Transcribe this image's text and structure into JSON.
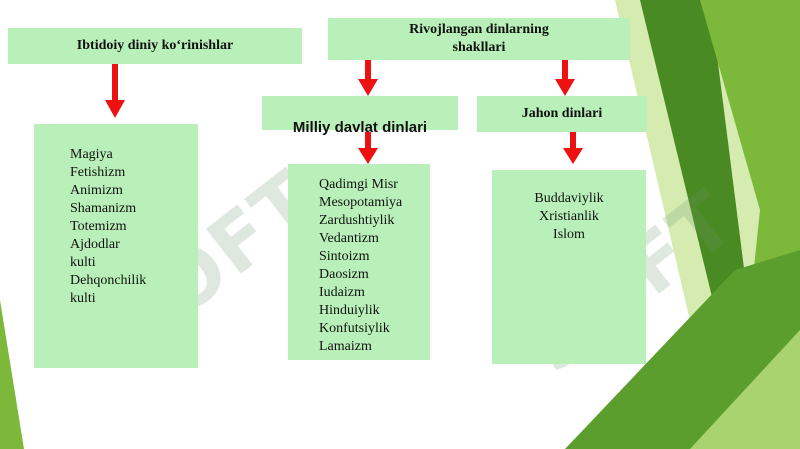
{
  "headers": {
    "ibtidoiy": "Ibtidoiy diniy ko‘rinishlar",
    "rivojlangan": "Rivojlangan dinlarning shakllari",
    "milliy": "Milliy davlat dinlari",
    "jahon": "Jahon dinlari"
  },
  "lists": {
    "ibtidoiy": [
      "Magiya",
      "Fetishizm",
      "Animizm",
      "Shamanizm",
      "Totemizm",
      "Ajdodlar kulti",
      "Dehqonchilik kulti"
    ],
    "milliy": [
      "Qadimgi Misr",
      "Mesopotamiya",
      "Zardushtiylik",
      "Vedantizm",
      "Sintoizm",
      "Daosizm",
      "Iudaizm",
      "Hinduiylik",
      "Konfutsiylik",
      "Lamaizm"
    ],
    "jahon": [
      "Buddaviylik",
      "Xristianlik",
      "Islom"
    ]
  },
  "watermark": "SOFT",
  "colors": {
    "box_fill": "#b9f0b9",
    "arrow": "#ee1111",
    "green_dark": "#4a8a22",
    "green_mid": "#7cb83a",
    "green_light": "#a9d36e"
  }
}
